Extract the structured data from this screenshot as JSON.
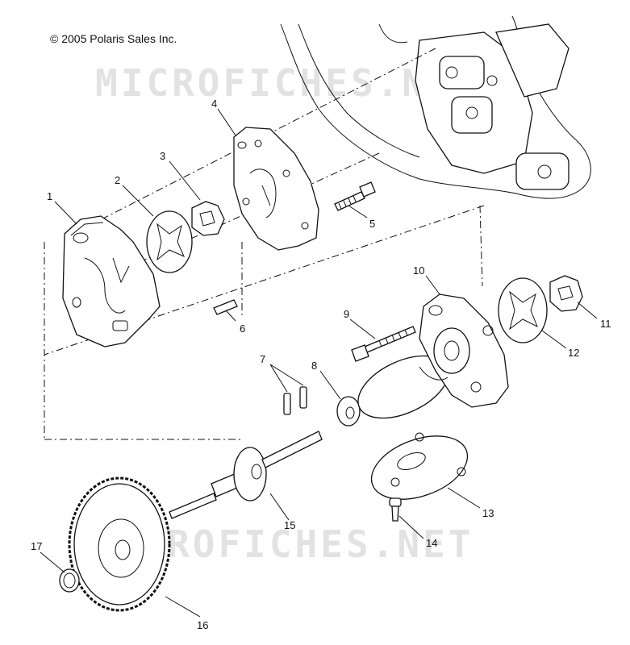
{
  "copyright": "© 2005 Polaris Sales Inc.",
  "watermark_top": "MICROFICHES.NET",
  "watermark_bottom": "MICROFICHES.NET",
  "callouts": {
    "p1": "1",
    "p2": "2",
    "p3": "3",
    "p4": "4",
    "p5": "5",
    "p6": "6",
    "p7": "7",
    "p8": "8",
    "p9": "9",
    "p10": "10",
    "p11": "11",
    "p12": "12",
    "p13": "13",
    "p14": "14",
    "p15": "15",
    "p16": "16",
    "p17": "17"
  }
}
